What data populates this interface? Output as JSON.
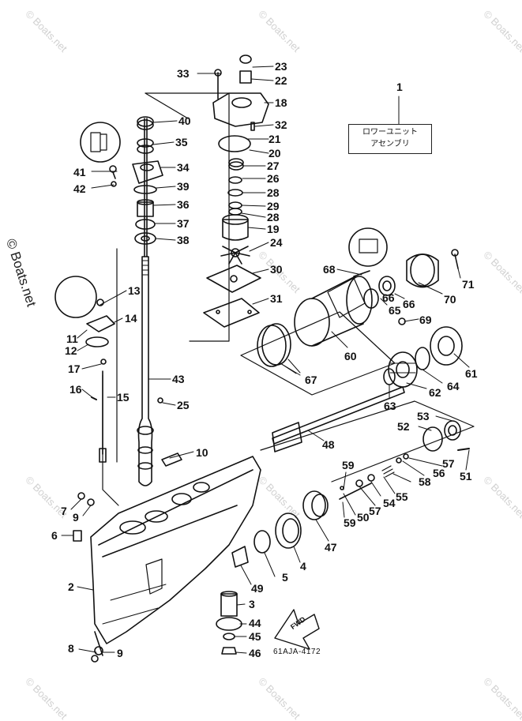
{
  "watermark": "© Boats.net",
  "title_box": {
    "line1": "ロワーユニット",
    "line2": "アセンブリ"
  },
  "part_code": "61AJA-4172",
  "fwd_label": "FWD",
  "callouts": {
    "c1": "1",
    "c2": "2",
    "c3": "3",
    "c4": "4",
    "c5": "5",
    "c6": "6",
    "c7": "7",
    "c8": "8",
    "c9a": "9",
    "c9b": "9",
    "c10": "10",
    "c11": "11",
    "c12": "12",
    "c13": "13",
    "c14": "14",
    "c15": "15",
    "c16": "16",
    "c17": "17",
    "c18": "18",
    "c19": "19",
    "c20": "20",
    "c21": "21",
    "c22": "22",
    "c23": "23",
    "c24": "24",
    "c25": "25",
    "c26": "26",
    "c27": "27",
    "c28a": "28",
    "c28b": "28",
    "c29": "29",
    "c30": "30",
    "c31": "31",
    "c32": "32",
    "c33": "33",
    "c34": "34",
    "c35": "35",
    "c36": "36",
    "c37": "37",
    "c38": "38",
    "c39": "39",
    "c40": "40",
    "c41": "41",
    "c42": "42",
    "c43": "43",
    "c44": "44",
    "c45": "45",
    "c46": "46",
    "c47": "47",
    "c48": "48",
    "c49": "49",
    "c50": "50",
    "c51": "51",
    "c52": "52",
    "c53": "53",
    "c54": "54",
    "c55": "55",
    "c56": "56",
    "c57a": "57",
    "c57b": "57",
    "c58": "58",
    "c59a": "59",
    "c59b": "59",
    "c60": "60",
    "c61": "61",
    "c62": "62",
    "c63": "63",
    "c64": "64",
    "c65": "65",
    "c66a": "66",
    "c66b": "66",
    "c67": "67",
    "c68": "68",
    "c69": "69",
    "c70": "70",
    "c71": "71"
  }
}
